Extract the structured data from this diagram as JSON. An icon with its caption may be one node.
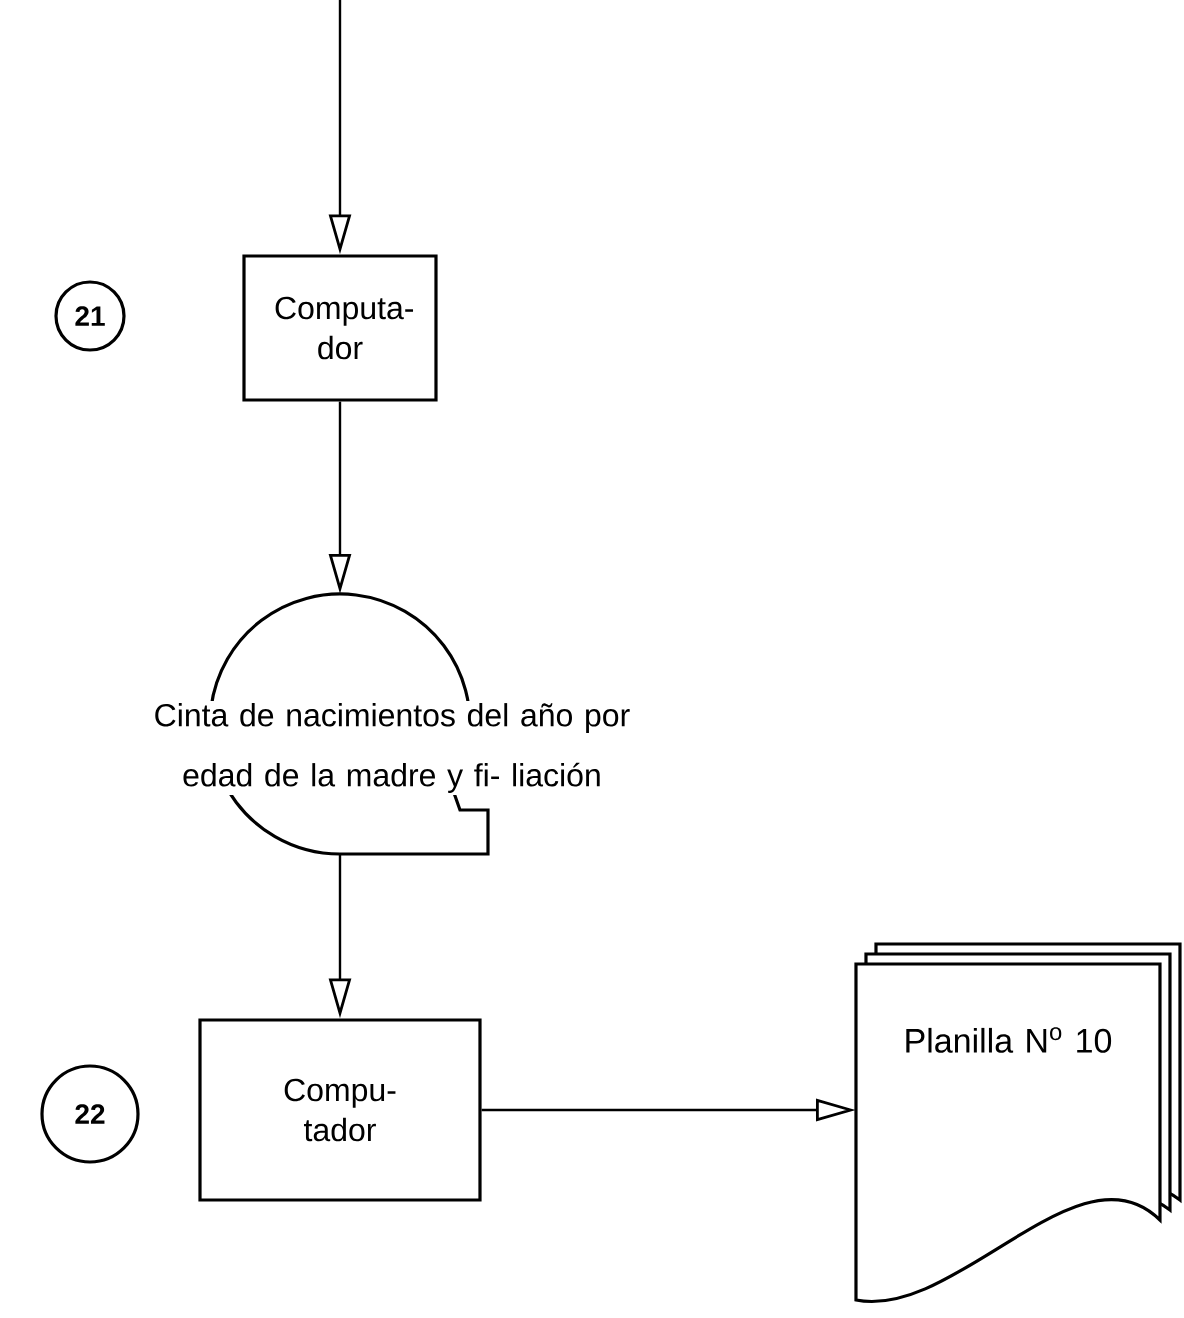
{
  "diagram": {
    "nodes": [
      {
        "text": [
          "21"
        ]
      },
      {
        "text": [
          "Computa- dor"
        ]
      },
      {
        "text": [
          "Cinta de nacimientos del año por edad de la madre y fi- liación"
        ]
      },
      {
        "text": [
          "22"
        ]
      },
      {
        "text": [
          "Compu- tador"
        ]
      },
      {
        "text": [
          "Planilla N$^{o}$ 10"
        ]
      }
    ],
    "edges": [
      {
        "from": null,
        "to": 1,
        "arrow": "to"
      },
      {
        "from": 1,
        "to": 2,
        "arrow": "to"
      },
      {
        "from": 2,
        "to": 4,
        "arrow": "to"
      },
      {
        "from": 4,
        "to": 5,
        "arrow": "to"
      }
    ]
  }
}
